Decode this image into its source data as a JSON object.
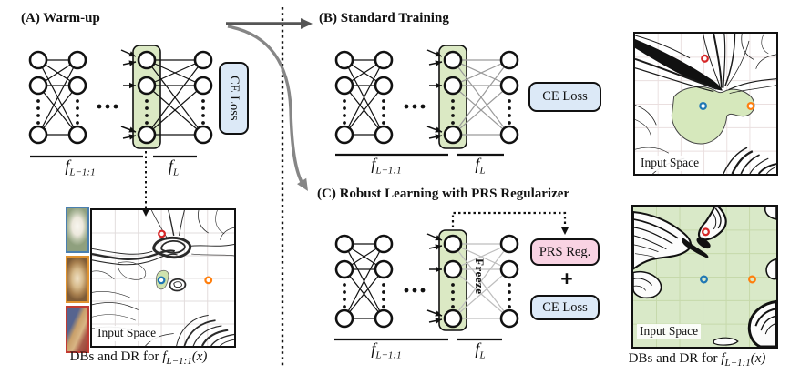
{
  "panels": {
    "a": {
      "title": "(A) Warm-up",
      "ce_loss": "CE Loss",
      "fb_base": "f",
      "fb_sub": "L−1:1",
      "fh_base": "f",
      "fh_sub": "L",
      "map_label": "Input Space",
      "caption_prefix": "DBs and DR for ",
      "caption_f": "f",
      "caption_sub": "L−1:1",
      "caption_arg": "(x)"
    },
    "b": {
      "title": "(B) Standard Training",
      "ce_loss": "CE Loss",
      "fb_base": "f",
      "fb_sub": "L−1:1",
      "fh_base": "f",
      "fh_sub": "L",
      "map_label": "Input Space"
    },
    "c": {
      "title": "(C) Robust Learning with PRS Regularizer",
      "prs_reg": "PRS Reg.",
      "plus": "+",
      "ce_loss": "CE Loss",
      "freeze": "Freeze",
      "fb_base": "f",
      "fb_sub": "L−1:1",
      "fh_base": "f",
      "fh_sub": "L",
      "map_label": "Input Space",
      "caption_prefix": "DBs and DR for ",
      "caption_f": "f",
      "caption_sub": "L−1:1",
      "caption_arg": "(x)"
    }
  },
  "colors": {
    "layer_highlight_green": "#dbe9c4",
    "decision_region_green": "#d6e8bc",
    "ce_loss_blue": "#dce9f7",
    "prs_pink": "#f9d3e3",
    "marker_red": "#d62728",
    "marker_blue": "#1f77b4",
    "marker_orange": "#ff7f0e"
  }
}
